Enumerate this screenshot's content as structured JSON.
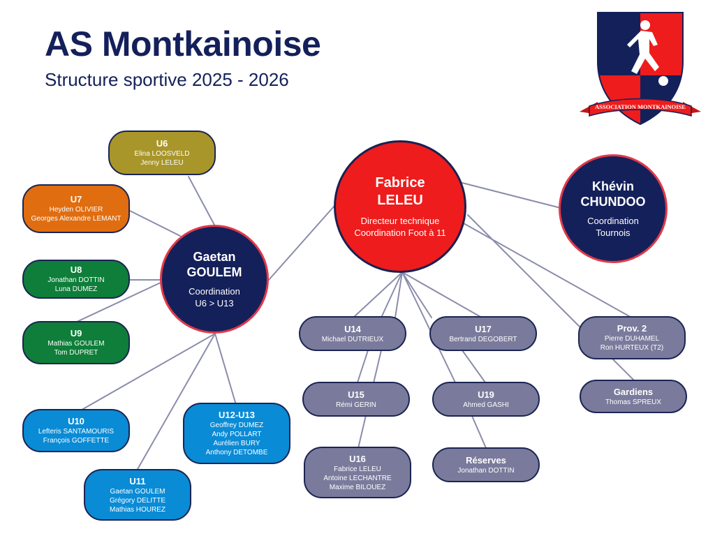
{
  "header": {
    "title": "AS Montkainoise",
    "subtitle": "Structure sportive 2025 - 2026"
  },
  "logo": {
    "text": "ASSOCIATION MONTKAINOISE"
  },
  "colors": {
    "navy": "#14205a",
    "red": "#ee1c1c",
    "olive": "#a8962a",
    "orange": "#e06d10",
    "green": "#0e7e3a",
    "blue": "#0a8bd6",
    "grey": "#7a7b9c",
    "line": "#8a8cab"
  },
  "nodes": {
    "fabrice": {
      "name": "Fabrice\nLELEU",
      "role": "Directeur technique\nCoordination Foot à 11"
    },
    "khevin": {
      "name": "Khévin\nCHUNDOO",
      "role": "Coordination\nTournois"
    },
    "gaetan": {
      "name": "Gaetan\nGOULEM",
      "role": "Coordination\nU6 > U13"
    },
    "u6": {
      "title": "U6",
      "staff": "Elina LOOSVELD\nJenny LELEU"
    },
    "u7": {
      "title": "U7",
      "staff": "Heyden OLIVIER\nGeorges Alexandre LEMANT"
    },
    "u8": {
      "title": "U8",
      "staff": "Jonathan DOTTIN\nLuna DUMEZ"
    },
    "u9": {
      "title": "U9",
      "staff": "Mathias GOULEM\nTom DUPRET"
    },
    "u10": {
      "title": "U10",
      "staff": "Lefteris SANTAMOURIS\nFrançois GOFFETTE"
    },
    "u11": {
      "title": "U11",
      "staff": "Gaetan GOULEM\nGrégory DELITTE\nMathias HOUREZ"
    },
    "u1213": {
      "title": "U12-U13",
      "staff": "Geoffrey DUMEZ\nAndy POLLART\nAurélien BURY\nAnthony DETOMBE"
    },
    "u14": {
      "title": "U14",
      "staff": "Michael DUTRIEUX"
    },
    "u15": {
      "title": "U15",
      "staff": "Rémi GERIN"
    },
    "u16": {
      "title": "U16",
      "staff": "Fabrice LELEU\nAntoine LECHANTRE\nMaxime BILOUEZ"
    },
    "u17": {
      "title": "U17",
      "staff": "Bertrand DEGOBERT"
    },
    "u19": {
      "title": "U19",
      "staff": "Ahmed GASHI"
    },
    "reserves": {
      "title": "Réserves",
      "staff": "Jonathan DOTTIN"
    },
    "prov2": {
      "title": "Prov. 2",
      "staff": "Pierre DUHAMEL\nRon HURTEUX (T2)"
    },
    "gardiens": {
      "title": "Gardiens",
      "staff": "Thomas SPREUX"
    }
  }
}
